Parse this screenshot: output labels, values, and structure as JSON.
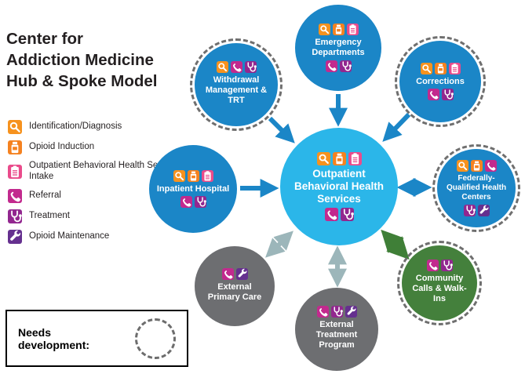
{
  "title": {
    "lines": [
      "Center for",
      "Addiction Medicine",
      "Hub & Spoke Model"
    ]
  },
  "legend": {
    "items": [
      {
        "icon": "identification",
        "label": "Identification/Diagnosis"
      },
      {
        "icon": "induction",
        "label": "Opioid Induction"
      },
      {
        "icon": "intake",
        "label": "Outpatient Behavioral Health Services Intake"
      },
      {
        "icon": "referral",
        "label": "Referral"
      },
      {
        "icon": "treatment",
        "label": "Treatment"
      },
      {
        "icon": "maintenance",
        "label": "Opioid Maintenance"
      }
    ]
  },
  "icon_colors": {
    "identification": "#F6921E",
    "induction": "#F58220",
    "intake": "#EA4B8B",
    "referral": "#C22A8E",
    "treatment": "#92278F",
    "maintenance": "#65308F"
  },
  "needs_development": {
    "label": "Needs development:"
  },
  "hub": {
    "label": "Outpatient Behavioral Health Services",
    "color": "#2BB6E9",
    "icons_top": [
      "identification",
      "induction",
      "intake"
    ],
    "icons_bottom": [
      "referral",
      "treatment"
    ]
  },
  "spokes": {
    "emergency": {
      "label": "Emergency Departments",
      "color": "#1B86C7",
      "dashed": false,
      "icons_top": [
        "identification",
        "induction",
        "intake"
      ],
      "icons_bottom": [
        "referral",
        "treatment"
      ]
    },
    "withdrawal": {
      "label": "Withdrawal Management & TRT",
      "color": "#1B86C7",
      "dashed": true,
      "icons_top": [
        "identification",
        "referral",
        "treatment"
      ],
      "icons_bottom": []
    },
    "corrections": {
      "label": "Corrections",
      "color": "#1B86C7",
      "dashed": true,
      "icons_top": [
        "identification",
        "induction",
        "intake"
      ],
      "icons_bottom": [
        "referral",
        "treatment"
      ]
    },
    "inpatient": {
      "label": "Inpatient Hospital",
      "color": "#1B86C7",
      "dashed": false,
      "icons_top": [
        "identification",
        "induction",
        "intake"
      ],
      "icons_bottom": [
        "referral",
        "treatment"
      ]
    },
    "fqhc": {
      "label": "Federally-Qualified Health Centers",
      "color": "#1B86C7",
      "dashed": true,
      "icons_top": [
        "identification",
        "induction",
        "referral"
      ],
      "icons_bottom": [
        "treatment",
        "maintenance"
      ]
    },
    "external_primary_care": {
      "label": "External Primary Care",
      "color": "#6D6E71",
      "dashed": false,
      "icons_top": [
        "referral",
        "maintenance"
      ],
      "icons_bottom": []
    },
    "external_treatment": {
      "label": "External Treatment Program",
      "color": "#6D6E71",
      "dashed": false,
      "icons_top": [
        "referral",
        "treatment",
        "maintenance"
      ],
      "icons_bottom": []
    },
    "community": {
      "label": "Community Calls & Walk-Ins",
      "color": "#44803C",
      "dashed": true,
      "icons_top": [
        "referral",
        "treatment"
      ],
      "icons_bottom": []
    }
  },
  "arrow_colors": {
    "blue": "#1B86C7",
    "gray": "#9CB6BA",
    "green": "#3F7F37"
  }
}
